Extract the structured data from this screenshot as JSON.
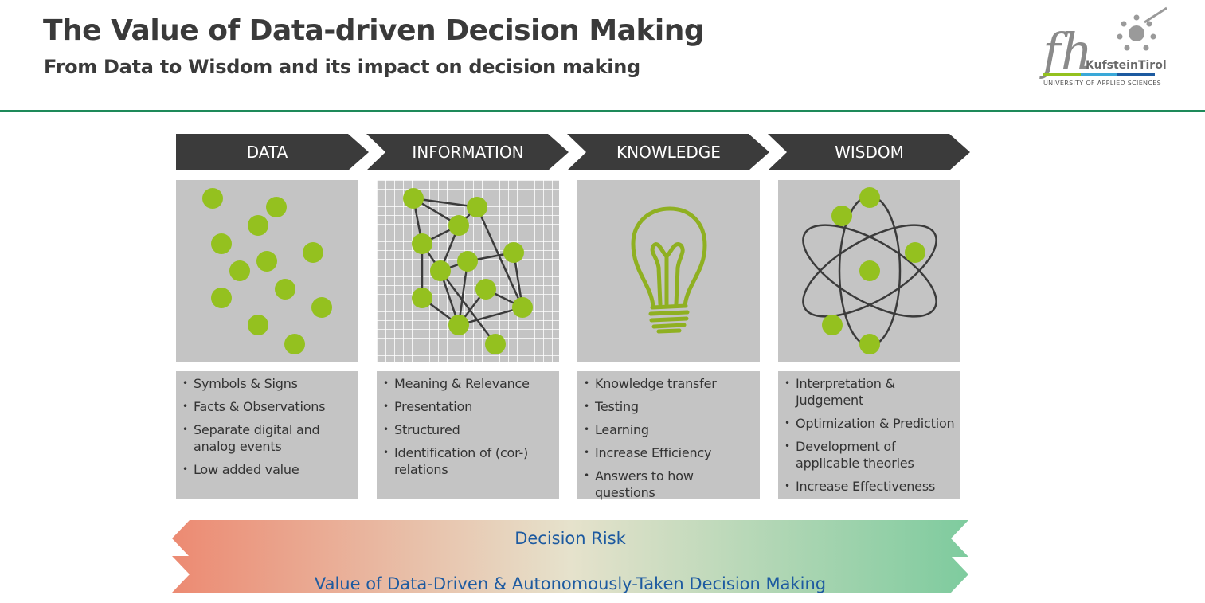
{
  "header": {
    "title": "The Value of Data-driven Decision Making",
    "subtitle": "From Data to Wisdom and its impact on decision making"
  },
  "logo": {
    "mark": "fh",
    "name": "KufsteinTirol",
    "tagline": "UNIVERSITY OF APPLIED SCIENCES"
  },
  "stages": [
    {
      "label": "DATA",
      "bullets": [
        "Symbols & Signs",
        "Facts & Observations",
        "Separate digital and analog events",
        "Low added value"
      ]
    },
    {
      "label": "INFORMATION",
      "bullets": [
        "Meaning & Relevance",
        "Presentation",
        "Structured",
        "Identification of (cor-) relations"
      ]
    },
    {
      "label": "KNOWLEDGE",
      "bullets": [
        "Knowledge transfer",
        "Testing",
        "Learning",
        "Increase Efficiency",
        "Answers to how questions"
      ]
    },
    {
      "label": "WISDOM",
      "bullets": [
        "Interpretation & Judgement",
        "Optimization & Prediction",
        "Development of applicable theories",
        "Increase Effectiveness"
      ]
    }
  ],
  "bands": {
    "decision_risk": "Decision Risk",
    "value": "Value of Data-Driven & Autonomously-Taken Decision Making"
  },
  "colors": {
    "dot_green": "#94c11f",
    "arrow_dark": "#3b3b3b",
    "panel_gray": "#c4c4c4",
    "rule_green": "#1e8a5a",
    "band_red": "#ec8a72",
    "band_green": "#7ecb9e",
    "band_text_blue": "#1d5aa0"
  }
}
